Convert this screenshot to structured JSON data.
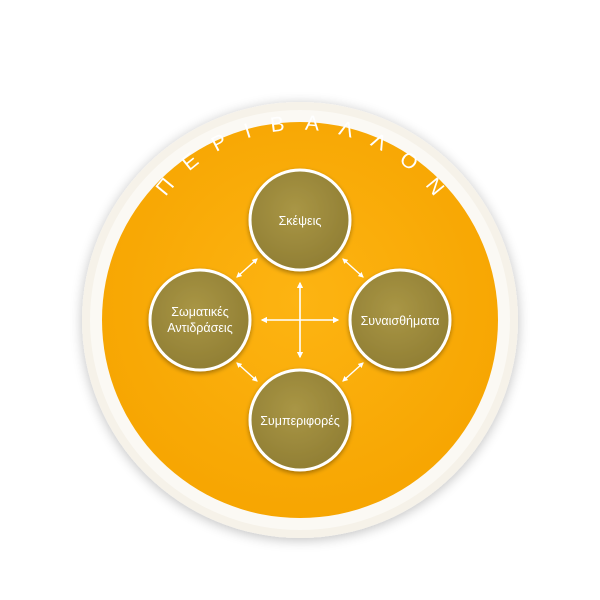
{
  "diagram": {
    "environment_label": "ΠΕΡΙΒΑΛΛΟΝ",
    "nodes": {
      "top": {
        "label": "Σκέψεις"
      },
      "right": {
        "label": "Συναισθήματα"
      },
      "bottom": {
        "label": "Συμπεριφορές"
      },
      "left": {
        "label_line1": "Σωματικές",
        "label_line2": "Αντιδράσεις"
      }
    },
    "colors": {
      "outer_ring": "#f7f4ec",
      "disc": "#fcae05",
      "node_fill": "#9e8b3e",
      "node_border": "#ffffff",
      "arrow": "#ffffff",
      "text": "#ffffff"
    }
  }
}
